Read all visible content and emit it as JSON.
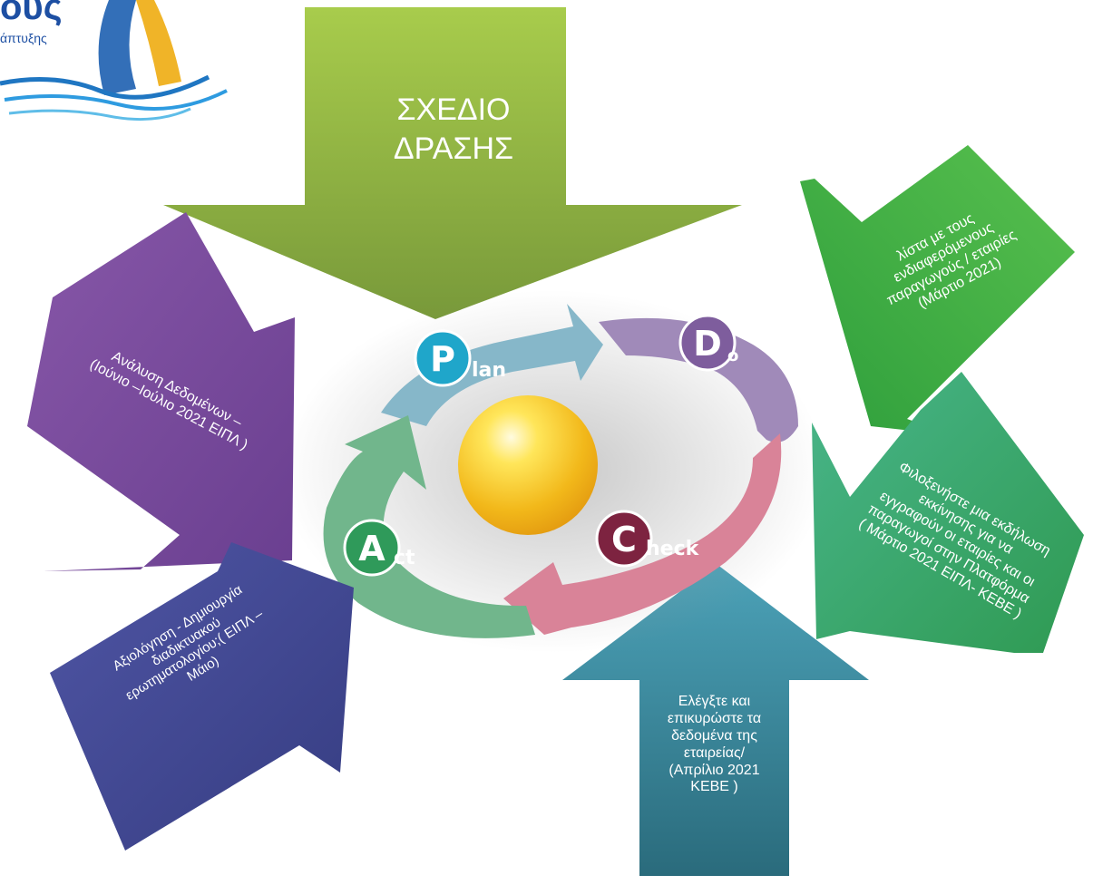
{
  "logo": {
    "partial_word": "ους",
    "partial_subtitle": "άπτυξης"
  },
  "title": "ΣΧΕΔΙΟ\nΔΡΑΣΗΣ",
  "cycle": {
    "plan_letter": "P",
    "plan_rest": "lan",
    "do_letter": "D",
    "do_rest": "o",
    "check_letter": "C",
    "check_rest": "heck",
    "act_letter": "A",
    "act_rest": "ct"
  },
  "steps": {
    "analysis": "Ανάλυση Δεδομένων –\n(Ιούνιο –Ιούλιο 2021 ΕΙΠΛ )",
    "list": "λίστα με τους\nενδιαφερόμενους\nπαραγωγούς / εταιρίες\n(Μάρτιο 2021)",
    "event": "Φιλοξενήστε μια εκδήλωση\nεκκίνησης για να\nεγγραφούν οι εταιρίες και οι\nπαραγωγοί στην Πλατφόρμα\n( Μάρτιο 2021 ΕΙΠΛ- ΚΕΒΕ )",
    "check": "Ελέγξτε και\nεπικυρώστε τα\nδεδομένα της\nεταιρείας/\n(Απρίλιο 2021\nΚΕΒΕ )",
    "evaluation": "Αξιολόγηση - Δημιουργία\nδιαδικτυακού\nερωτηματολογίου;( ΕΙΠΛ –\nΜάιο)"
  },
  "colors": {
    "green_top": "#a2c64a",
    "green_bottom": "#7da03c",
    "right_green": "#3fb04a",
    "right_teal": "#3fae7a",
    "bottom_blue": "#2f7f92",
    "purple": "#7a4d9e",
    "indigo": "#434a97",
    "plan_seg": "#7fb2c6",
    "do_seg": "#9f86b8",
    "check_seg": "#d47f95",
    "act_seg": "#6fb58a",
    "sphere": "#f3c21b",
    "plan_badge": "#1fa3c9",
    "do_badge": "#7e5d9d",
    "check_badge": "#7d2340",
    "act_badge": "#2f9a5a"
  }
}
